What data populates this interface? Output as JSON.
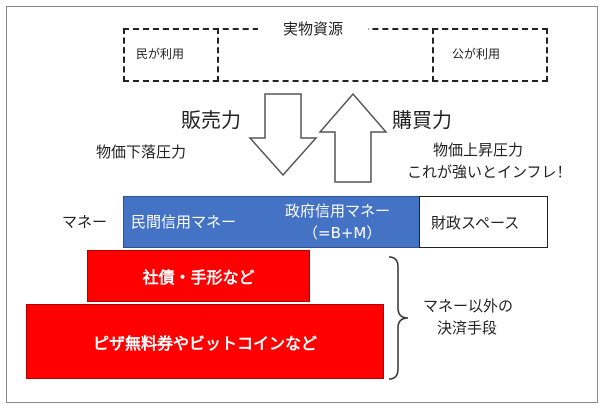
{
  "resources": {
    "title": "実物資源",
    "private_use": "民が利用",
    "public_use": "公が利用"
  },
  "arrows": {
    "sell_force": "販売力",
    "sell_effect": "物価下落圧力",
    "buy_force": "購買力",
    "buy_effect_line1": "物価上昇圧力",
    "buy_effect_line2": "これが強いとインフレ！"
  },
  "money": {
    "label": "マネー",
    "private_credit": "民間信用マネー",
    "government_credit_line1": "政府信用マネー",
    "government_credit_line2": "（=B+M）",
    "fiscal_space": "財政スペース"
  },
  "settlement": {
    "corporate_bonds": "社債・手形など",
    "pizza_bitcoin": "ピザ無料券やビットコインなど",
    "label_line1": "マネー以外の",
    "label_line2": "決済手段"
  },
  "colors": {
    "blue_box": "#4472c4",
    "red_bar": "#ff0000"
  }
}
